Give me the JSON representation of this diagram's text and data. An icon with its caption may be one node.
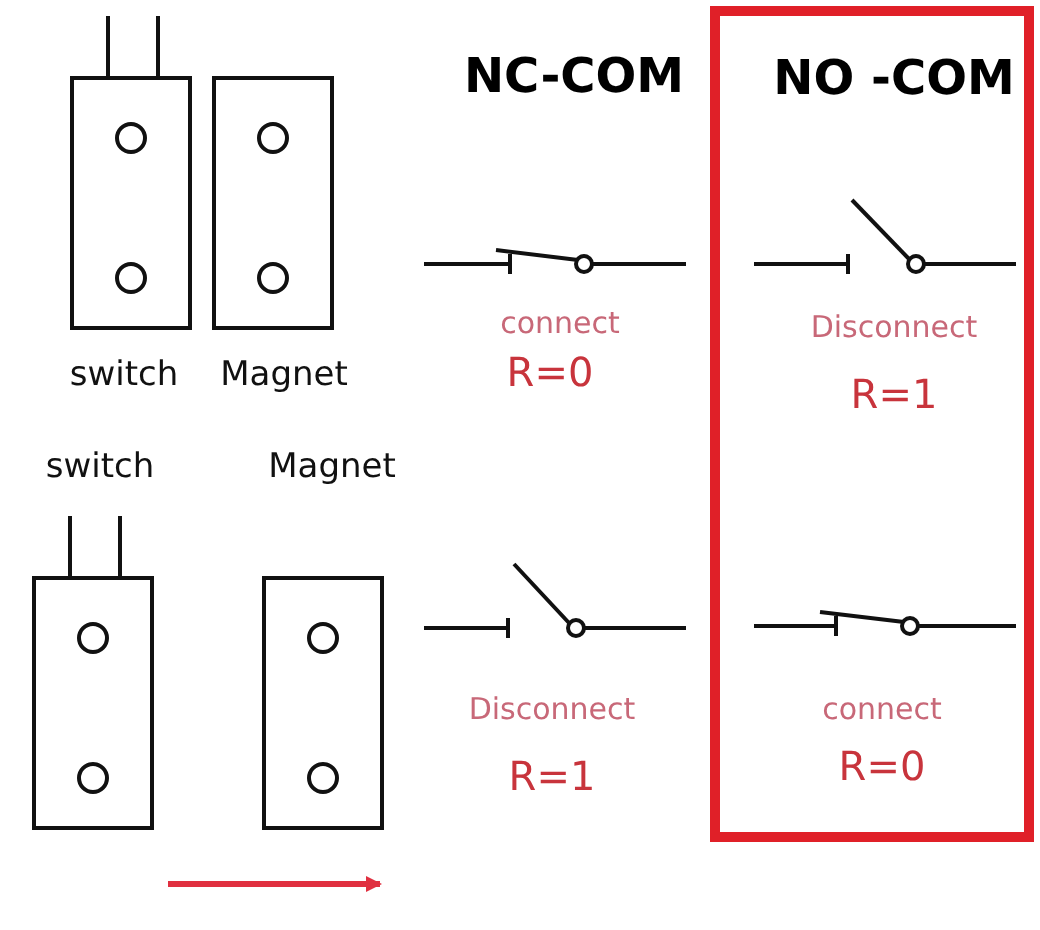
{
  "diagram": {
    "nodes": [
      {
        "text": [
          "NO -COM",
          "Disconnect",
          "R=1",
          "connect",
          "R=0"
        ]
      }
    ],
    "labels": [
      "NC-COM",
      "switch",
      "Magnet",
      "connect",
      "R=0",
      "switch",
      "Magnet",
      "Disconnect",
      "R=1"
    ]
  }
}
